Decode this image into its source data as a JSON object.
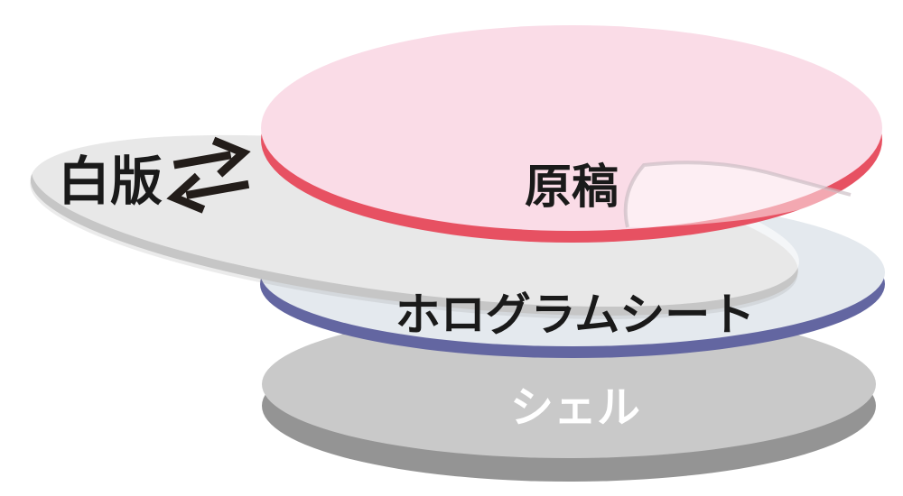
{
  "diagram": {
    "title_none": "",
    "labels": {
      "top_disc": "原稿",
      "sheet": "白版",
      "middle_disc": "ホログラムシート",
      "bottom_disc": "シェル"
    },
    "icons": {
      "swap_arrows": "swap-arrows-icon"
    },
    "colors": {
      "background": "#ffffff",
      "top_face": "#FADCE7",
      "top_side": "#E75162",
      "middle_face": "#E4E9EE",
      "middle_side": "#6366A1",
      "bottom_face": "#C9C9C9",
      "bottom_side": "#949494",
      "sheet_face": "#FFFFFF",
      "sheet_side": "#C6C6C6",
      "label_dark": "#1A1A1A",
      "label_light": "#FFFFFF",
      "arrow": "#231D1A"
    }
  }
}
